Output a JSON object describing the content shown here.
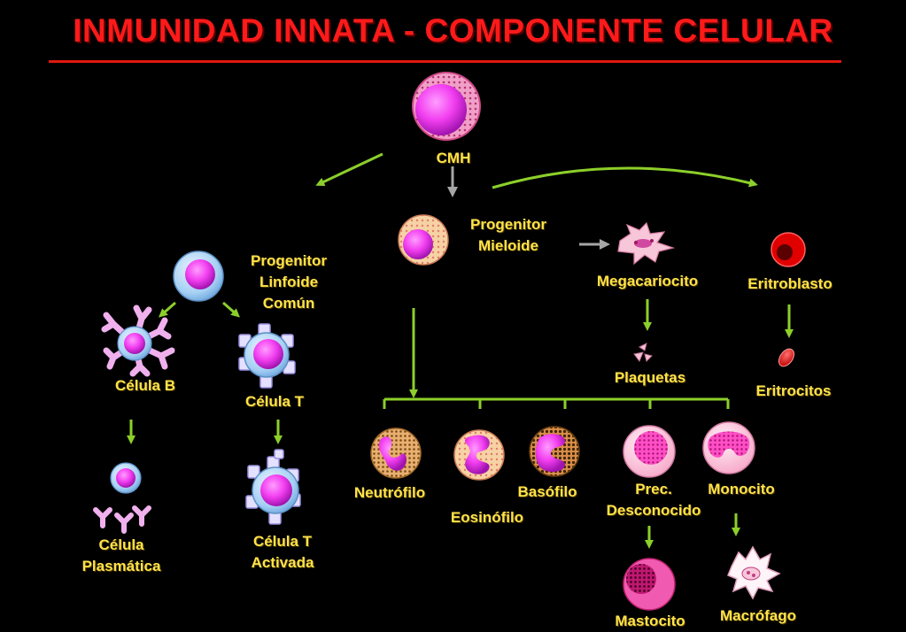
{
  "title": "INMUNIDAD INNATA - COMPONENTE CELULAR",
  "colors": {
    "title": "#ff1a1a",
    "label": "#ffe24a",
    "arrow_green": "#8ccf2a",
    "arrow_gray": "#a6a6a6",
    "cell_magenta": "#ff3df5",
    "background": "#000000"
  },
  "labels": {
    "cmh": "CMH",
    "progenitor_mieloide": [
      "Progenitor",
      "Mieloide"
    ],
    "progenitor_linfoide": [
      "Progenitor",
      "Linfoide",
      "Común"
    ],
    "megacariocito": "Megacariocito",
    "eritroblasto": "Eritroblasto",
    "plaquetas": "Plaquetas",
    "eritrocitos": "Eritrocitos",
    "celula_b": "Célula B",
    "celula_t": "Célula T",
    "celula_plasmatica": [
      "Célula",
      "Plasmática"
    ],
    "celula_t_activada": [
      "Célula T",
      "Activada"
    ],
    "neutrofilo": "Neutrófilo",
    "eosinofilo": "Eosinófilo",
    "basofilo": "Basófilo",
    "prec_desconocido": [
      "Prec.",
      "Desconocido"
    ],
    "monocito": "Monocito",
    "mastocito": "Mastocito",
    "macrofago": "Macrófago"
  }
}
